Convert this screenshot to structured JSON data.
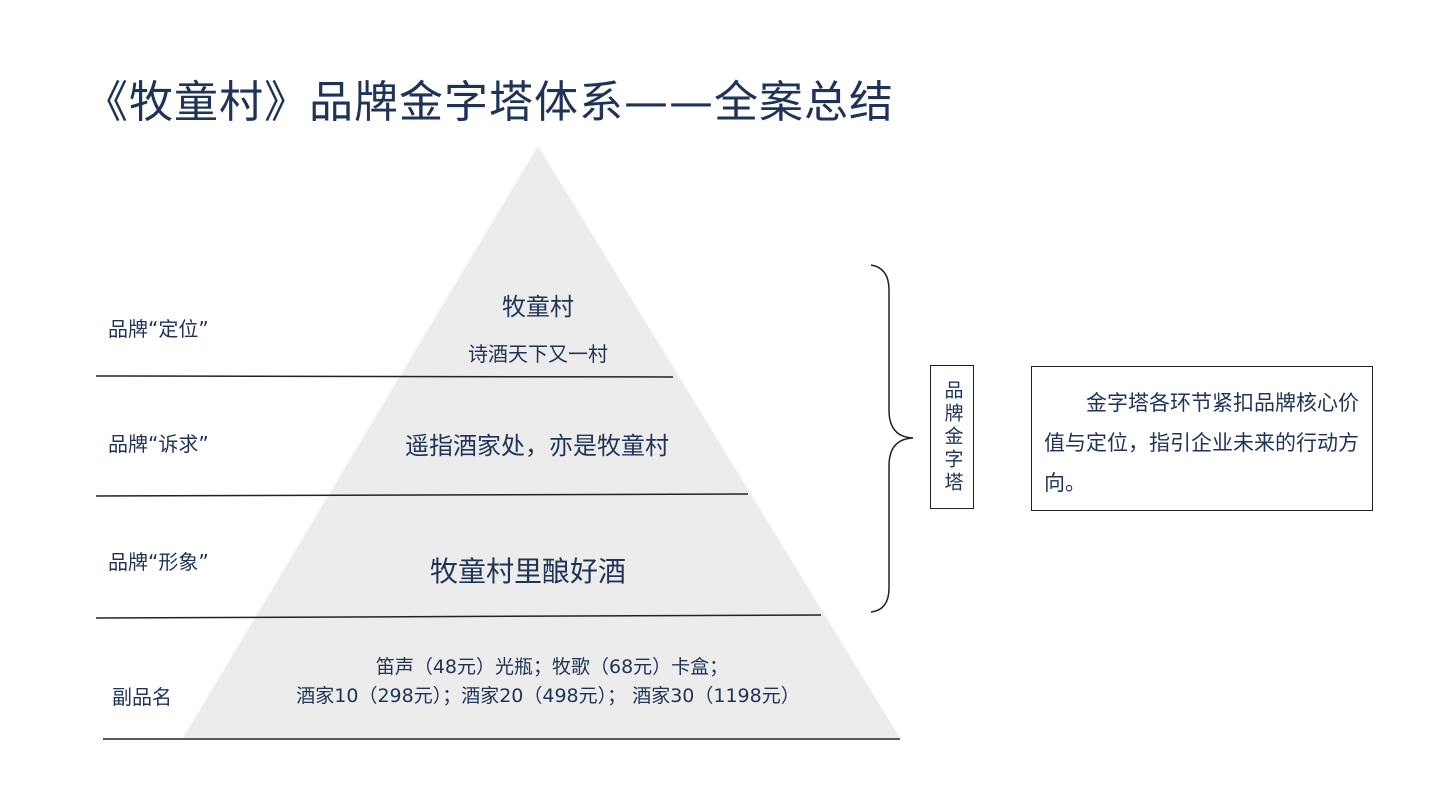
{
  "title": "《牧童村》品牌金字塔体系——全案总结",
  "colors": {
    "text": "#1f3357",
    "pyramid_fill": "#ececec",
    "lines": "#222222"
  },
  "levels": [
    {
      "label": "品牌“定位”",
      "main": "牧童村",
      "sub": "诗酒天下又一村"
    },
    {
      "label": "品牌“诉求”",
      "main": "遥指酒家处，亦是牧童村"
    },
    {
      "label": "品牌“形象”",
      "main": "牧童村里酿好酒"
    },
    {
      "label": "副品名",
      "line1": "笛声（48元）光瓶；牧歌（68元）卡盒；",
      "line2": "酒家10（298元）；酒家20（498元）；  酒家30（1198元）"
    }
  ],
  "bracket_label": "品牌金字塔",
  "note": "金字塔各环节紧扣品牌核心价值与定位，指引企业未来的行动方向。"
}
